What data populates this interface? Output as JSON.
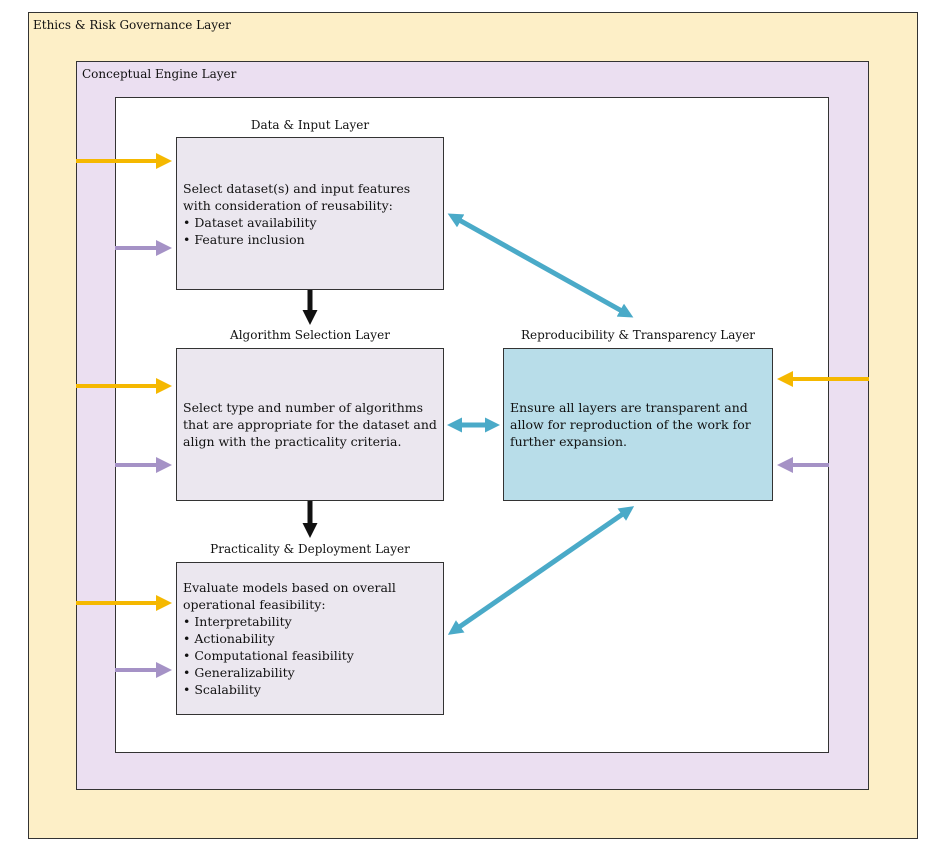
{
  "layers": {
    "ethics": {
      "label": "Ethics & Risk Governance Layer"
    },
    "conceptual": {
      "label": "Conceptual Engine Layer"
    }
  },
  "boxes": {
    "data_input": {
      "title": "Data & Input Layer",
      "text": "Select dataset(s) and input features with consideration of reusability:",
      "bullets": [
        "Dataset availability",
        "Feature inclusion"
      ]
    },
    "algorithm": {
      "title": "Algorithm Selection Layer",
      "text": "Select type and number of algorithms that are appropriate for the dataset and align with the practicality criteria."
    },
    "practicality": {
      "title": "Practicality & Deployment Layer",
      "text": "Evaluate models based on overall operational feasibility:",
      "bullets": [
        "Interpretability",
        "Actionability",
        "Computational feasibility",
        "Generalizability",
        "Scalability"
      ]
    },
    "reproducibility": {
      "title": "Reproducibility & Transparency Layer",
      "text": "Ensure all layers are transparent and allow for reproduction of the work for further expansion."
    }
  },
  "colors": {
    "ethics_bg": "#fdefc7",
    "conceptual_bg": "#ebdff1",
    "grey_box": "#ebe7ef",
    "blue_box": "#b8dde9",
    "ethics_arrow": "#f5b800",
    "conceptual_arrow": "#a592c6",
    "flow_arrow": "#111111",
    "link_arrow": "#4aaac8"
  }
}
